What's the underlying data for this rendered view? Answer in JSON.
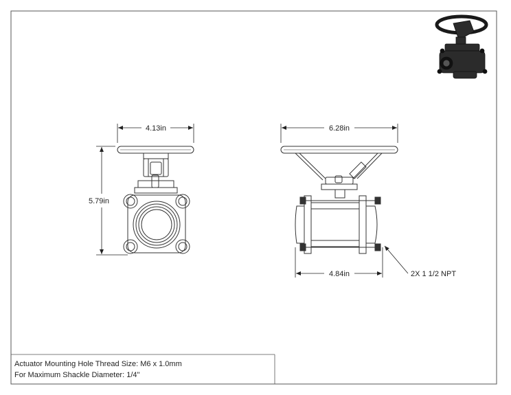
{
  "dimensions": {
    "front_width": "4.13in",
    "front_height": "5.79in",
    "side_width": "6.28in",
    "side_body_width": "4.84in"
  },
  "callout": "2X 1 1/2 NPT",
  "notes": {
    "line1": "Actuator Mounting Hole Thread Size: M6 x 1.0mm",
    "line2": "For Maximum Shackle Diameter: 1/4\""
  },
  "colors": {
    "line": "#333333",
    "frame": "#555555"
  }
}
